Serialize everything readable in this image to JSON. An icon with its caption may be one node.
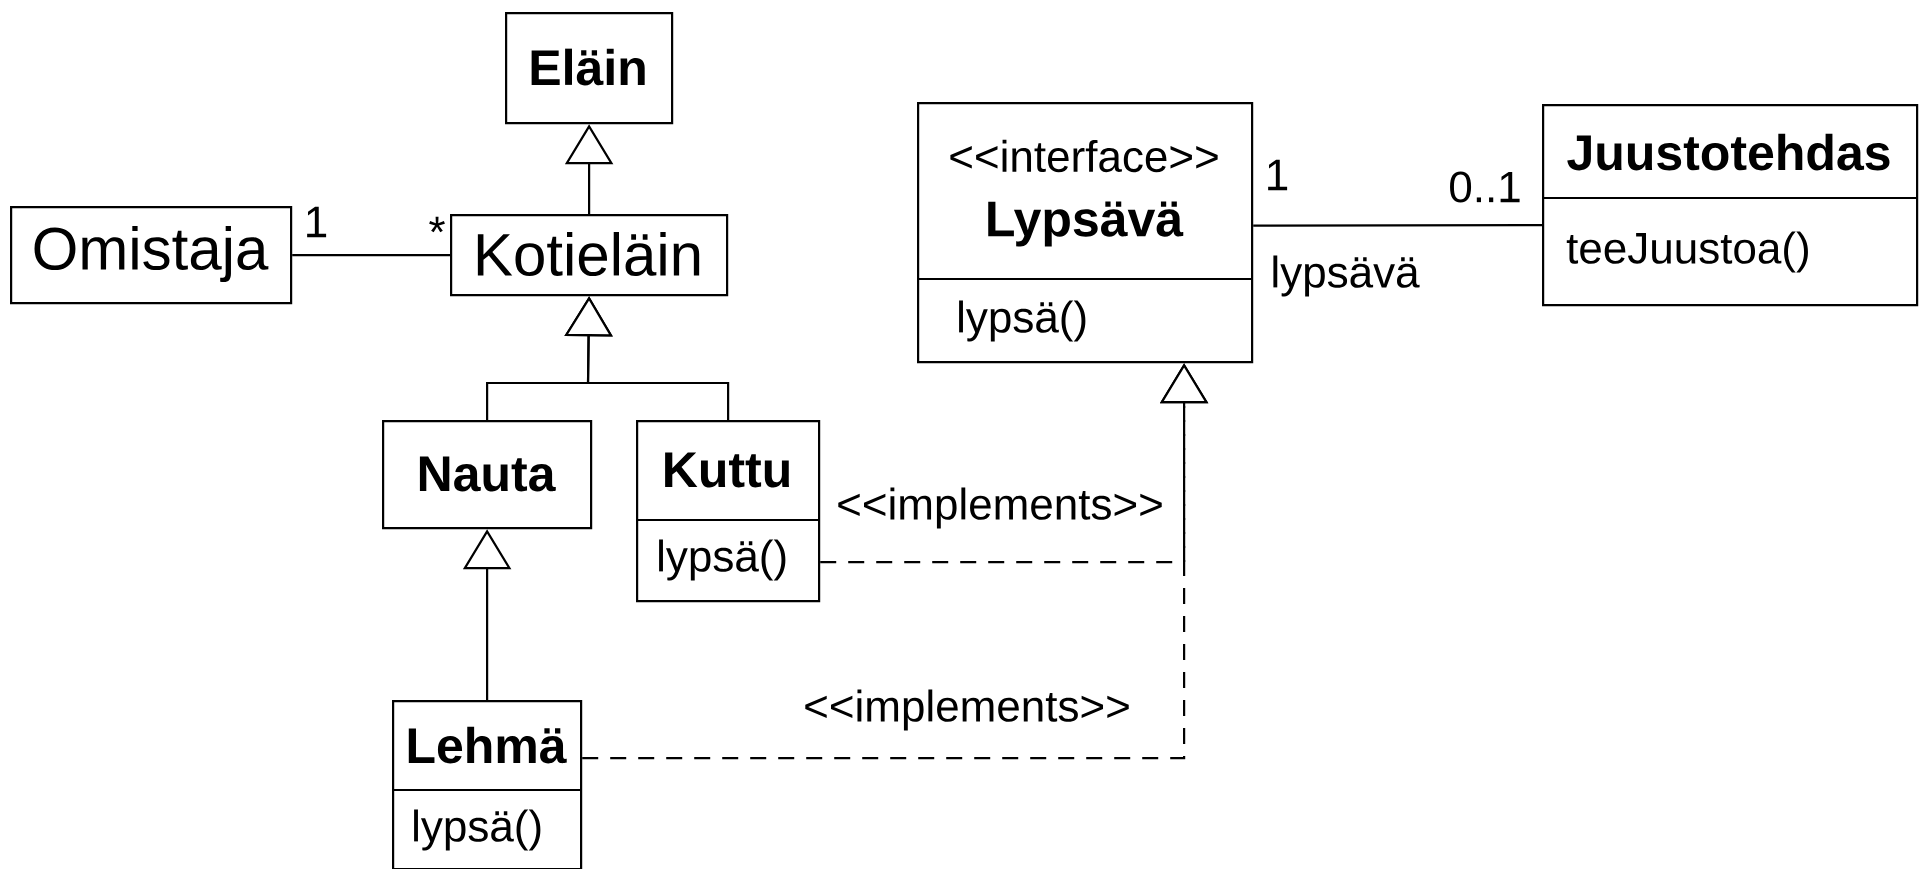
{
  "diagram": {
    "nodes": [
      {
        "text": [
          "Eläin"
        ]
      },
      {
        "text": [
          "Omistaja"
        ]
      },
      {
        "text": [
          "Kotieläin"
        ]
      },
      {
        "text": [
          "<<interface>>",
          "Lypsävä",
          "lypsä()"
        ]
      },
      {
        "text": [
          "Juustotehdas",
          "teeJuustoa()"
        ]
      },
      {
        "text": [
          "Nauta"
        ]
      },
      {
        "text": [
          "Kuttu",
          "lypsä()"
        ]
      },
      {
        "text": [
          "Lehmä",
          "lypsä()"
        ]
      }
    ],
    "edges": [
      {
        "from": 2,
        "to": 0,
        "arrow": "to"
      },
      {
        "from": 1,
        "to": 2,
        "arrow": "none"
      },
      {
        "from": 5,
        "to": 2,
        "arrow": "to"
      },
      {
        "from": 6,
        "to": 2,
        "arrow": "to"
      },
      {
        "from": 7,
        "to": 5,
        "arrow": "to"
      },
      {
        "from": 3,
        "to": 4,
        "arrow": "none"
      },
      {
        "from": 6,
        "to": 3,
        "arrow": "to",
        "style": "dashed",
        "label": "<<implements>>"
      },
      {
        "from": 7,
        "to": 3,
        "arrow": "to",
        "style": "dashed",
        "label": "<<implements>>"
      }
    ],
    "labels": [
      "1",
      "*",
      "1",
      "0..1",
      "lypsävä"
    ]
  }
}
